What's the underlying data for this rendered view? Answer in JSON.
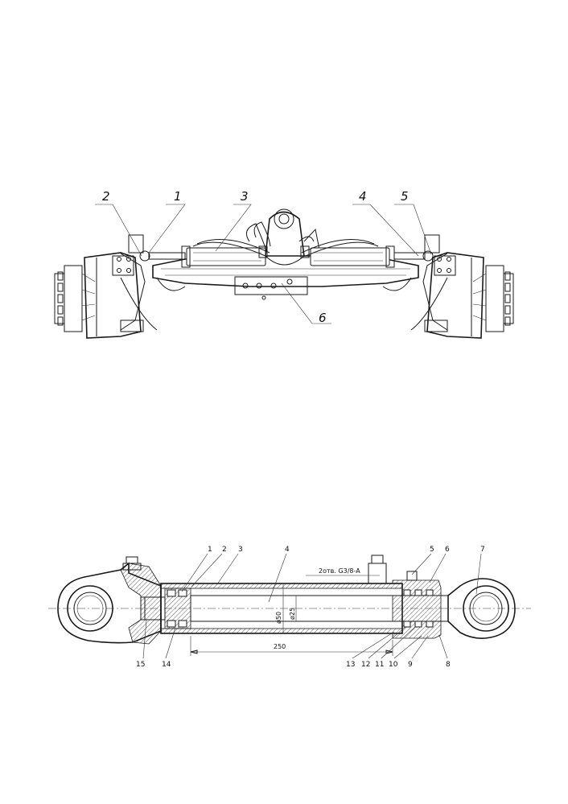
{
  "top_view": {
    "callouts": [
      "2",
      "1",
      "3",
      "4",
      "5",
      "6"
    ]
  },
  "section_view": {
    "callouts": [
      "1",
      "2",
      "3",
      "4",
      "5",
      "6",
      "7",
      "15",
      "14",
      "13",
      "12",
      "11",
      "10",
      "9",
      "8"
    ],
    "port_note": "2отв. G3/8-A",
    "dim_stroke": "250",
    "dim_bore": "ø50",
    "dim_rod": "ø25"
  }
}
